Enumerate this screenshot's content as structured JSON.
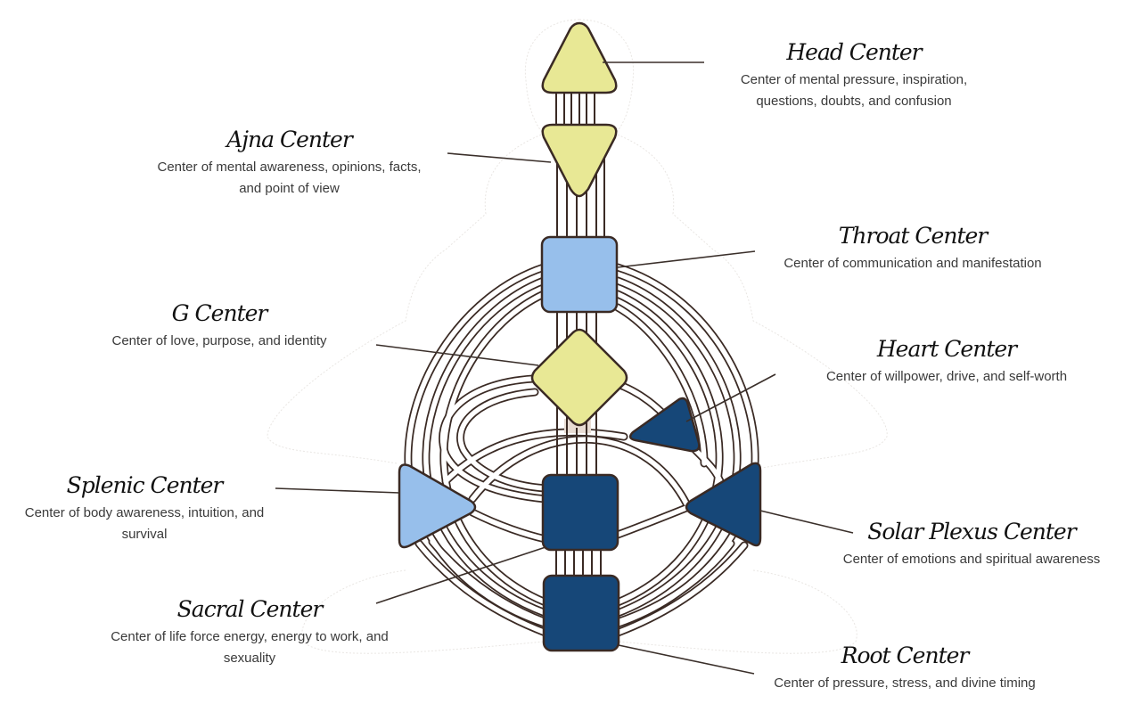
{
  "colors": {
    "defined_yellow": "#e8e895",
    "light_blue": "#97bfeb",
    "dark_blue": "#164778",
    "outline": "#3a2a24",
    "channel_fill": "#ffffff",
    "leader_line": "#3a2f2a"
  },
  "centers": [
    {
      "id": "head",
      "title": "Head Center",
      "desc": "Center of mental pressure, inspiration, questions, doubts, and confusion",
      "shape": "triangle-up",
      "color": "defined_yellow"
    },
    {
      "id": "ajna",
      "title": "Ajna Center",
      "desc": "Center of mental awareness, opinions, facts, and point of view",
      "shape": "triangle-down",
      "color": "defined_yellow"
    },
    {
      "id": "throat",
      "title": "Throat Center",
      "desc": "Center of communication and manifestation",
      "shape": "square",
      "color": "light_blue"
    },
    {
      "id": "g",
      "title": "G Center",
      "desc": "Center of love, purpose, and identity",
      "shape": "diamond",
      "color": "defined_yellow"
    },
    {
      "id": "heart",
      "title": "Heart Center",
      "desc": "Center of willpower, drive, and self-worth",
      "shape": "triangle",
      "color": "dark_blue"
    },
    {
      "id": "splenic",
      "title": "Splenic Center",
      "desc": "Center of body awareness, intuition, and survival",
      "shape": "triangle-right",
      "color": "light_blue"
    },
    {
      "id": "sacral",
      "title": "Sacral Center",
      "desc": "Center of life force energy, energy to work, and sexuality",
      "shape": "square",
      "color": "dark_blue"
    },
    {
      "id": "solar_plexus",
      "title": "Solar Plexus Center",
      "desc": "Center of emotions and spiritual awareness",
      "shape": "triangle-left",
      "color": "dark_blue"
    },
    {
      "id": "root",
      "title": "Root Center",
      "desc": "Center of pressure, stress, and divine timing",
      "shape": "square",
      "color": "dark_blue"
    }
  ]
}
